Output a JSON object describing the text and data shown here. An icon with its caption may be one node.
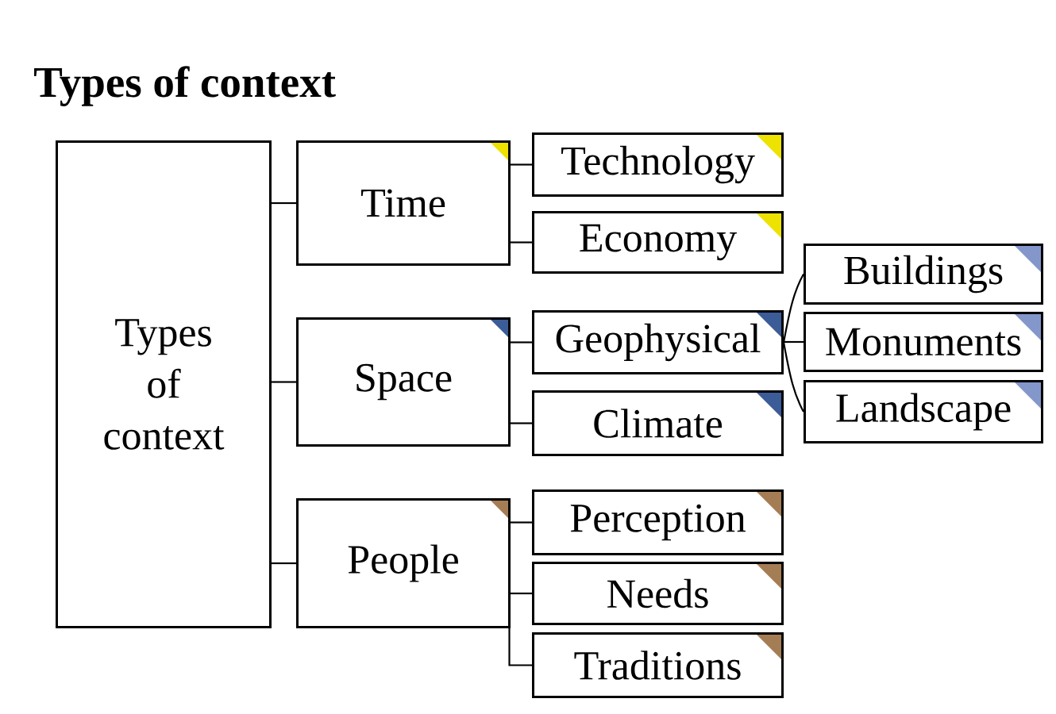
{
  "diagram": {
    "title": "Types of context",
    "nodes": [
      {
        "text": [
          "Types of context"
        ]
      },
      {
        "text": [
          "Time"
        ]
      },
      {
        "text": [
          "Technology"
        ]
      },
      {
        "text": [
          "Economy"
        ]
      },
      {
        "text": [
          "Space"
        ]
      },
      {
        "text": [
          "Geophysical"
        ]
      },
      {
        "text": [
          "Buildings"
        ]
      },
      {
        "text": [
          "Monuments"
        ]
      },
      {
        "text": [
          "Landscape"
        ]
      },
      {
        "text": [
          "Climate"
        ]
      },
      {
        "text": [
          "People"
        ]
      },
      {
        "text": [
          "Perception"
        ]
      },
      {
        "text": [
          "Needs"
        ]
      },
      {
        "text": [
          "Traditions"
        ]
      }
    ],
    "edges": [
      {
        "from": 0,
        "to": 1,
        "arrow": "none"
      },
      {
        "from": 0,
        "to": 4,
        "arrow": "none"
      },
      {
        "from": 0,
        "to": 10,
        "arrow": "none"
      },
      {
        "from": 1,
        "to": 2,
        "arrow": "none"
      },
      {
        "from": 1,
        "to": 3,
        "arrow": "none"
      },
      {
        "from": 4,
        "to": 5,
        "arrow": "none"
      },
      {
        "from": 4,
        "to": 9,
        "arrow": "none"
      },
      {
        "from": 5,
        "to": 6,
        "arrow": "none"
      },
      {
        "from": 5,
        "to": 7,
        "arrow": "none"
      },
      {
        "from": 5,
        "to": 8,
        "arrow": "none"
      },
      {
        "from": 10,
        "to": 11,
        "arrow": "none"
      },
      {
        "from": 10,
        "to": 12,
        "arrow": "none"
      },
      {
        "from": 10,
        "to": 13,
        "arrow": "none"
      }
    ]
  }
}
